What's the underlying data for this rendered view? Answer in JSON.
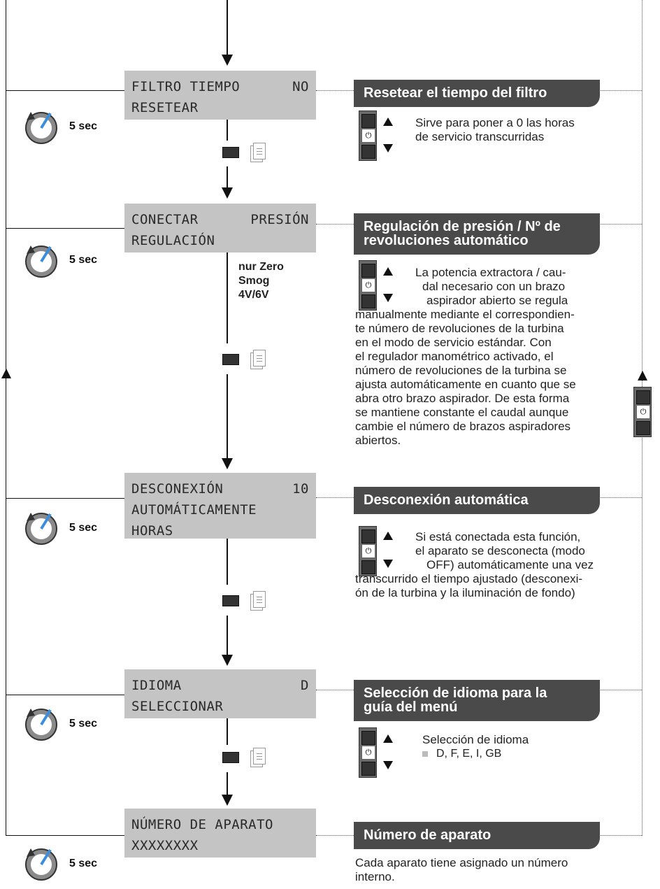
{
  "sec_label": "5 sec",
  "rows": [
    {
      "lcd": [
        [
          "FILTRO TIEMPO",
          "NO"
        ],
        [
          "RESETEAR",
          ""
        ]
      ],
      "header": [
        "Resetear el tiempo del filtro"
      ],
      "keypad_text": [
        "Sirve para poner a 0 las horas",
        "de servicio transcurridas"
      ],
      "body": []
    },
    {
      "lcd": [
        [
          "CONECTAR",
          "PRESIÓN"
        ],
        [
          "REGULACIÓN",
          ""
        ]
      ],
      "header": [
        "Regulación de presión / Nº de",
        "revoluciones automático"
      ],
      "note": [
        "nur Zero",
        "Smog",
        "4V/6V"
      ],
      "keypad_text": [
        "La potencia extractora / cau-",
        "dal necesario con un brazo",
        "aspirador abierto se regula"
      ],
      "body": [
        "manualmente mediante el correspondien-",
        "te número de revoluciones de la turbina",
        "en el modo de servicio estándar. Con",
        "el regulador manométrico activado, el",
        "número de revoluciones de la turbina se",
        "ajusta automáticamente en cuanto que se",
        "abra otro brazo aspirador. De esta forma",
        "se mantiene constante el caudal aunque",
        "cambie el número de brazos aspiradores",
        "abiertos."
      ]
    },
    {
      "lcd": [
        [
          "DESCONEXIÓN",
          "10"
        ],
        [
          "AUTOMÁTICAMENTE",
          ""
        ],
        [
          "HORAS",
          ""
        ]
      ],
      "header": [
        "Desconexión automática"
      ],
      "keypad_text": [
        "Si está conectada esta función,",
        "el aparato se desconecta (modo",
        "OFF) automáticamente una vez"
      ],
      "body": [
        "transcurrido el tiempo ajustado (desconexi-",
        "ón de la turbina y la iluminación de fondo)"
      ]
    },
    {
      "lcd": [
        [
          "IDIOMA",
          "D"
        ],
        [
          "SELECCIONAR",
          ""
        ]
      ],
      "header": [
        "Selección de idioma para la",
        "guía del menú"
      ],
      "keypad_text": [
        "Selección de idioma"
      ],
      "bullet": "D, F, E, I, GB",
      "body": []
    },
    {
      "lcd": [
        [
          "NÚMERO DE APARATO",
          ""
        ],
        [
          "XXXXXXXX",
          ""
        ]
      ],
      "header": [
        "Número de aparato"
      ],
      "body": [
        "Cada aparato tiene asignado un número",
        "interno."
      ]
    }
  ]
}
